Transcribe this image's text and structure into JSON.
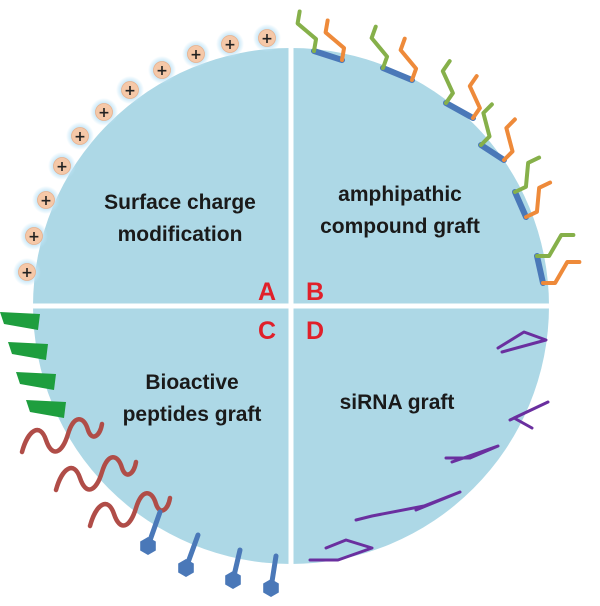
{
  "quadrants": {
    "A": {
      "letter": "A",
      "line1": "Surface charge",
      "line2": "modification"
    },
    "B": {
      "letter": "B",
      "line1": "amphipathic",
      "line2": "compound graft"
    },
    "C": {
      "letter": "C",
      "line1": "Bioactive",
      "line2": "peptides graft"
    },
    "D": {
      "letter": "D",
      "line1": "siRNA graft",
      "line2": ""
    }
  },
  "charge_symbol": "+",
  "colors": {
    "circle": "#add8e6",
    "divider": "#ffffff",
    "label_text": "#1a1a1a",
    "letter": "#e0202a",
    "charge_fill": "#f5c8a8",
    "charge_glow": "#bfe4f7",
    "lipid_head": "#4a78b8",
    "lipid_tail_green": "#86b04a",
    "lipid_tail_orange": "#ee8a3a",
    "peptide_green": "#1e9e3e",
    "peptide_red": "#b04d48",
    "peptide_stem": "#4a78b8",
    "sirna": "#6a2f9f"
  }
}
